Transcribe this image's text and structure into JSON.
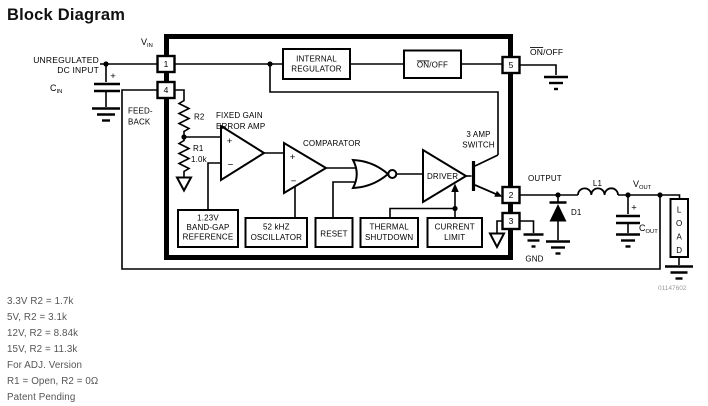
{
  "title": "Block Diagram",
  "doc_number": "01147602",
  "input": {
    "unregulated_line1": "UNREGULATED",
    "unregulated_line2": "DC INPUT",
    "cin_main": "C",
    "cin_sub": "IN",
    "cin_plus": "+",
    "vin_main": "V",
    "vin_sub": "IN"
  },
  "pins": {
    "pin1": "1",
    "pin2": "2",
    "pin3": "3",
    "pin4": "4",
    "pin5": "5"
  },
  "ic": {
    "feedback_line1": "FEED-",
    "feedback_line2": "BACK",
    "r2_label": "R2",
    "r1_label": "R1",
    "r1_value": "1.0k",
    "error_amp_line1": "FIXED GAIN",
    "error_amp_line2": "ERROR AMP",
    "error_amp_plus": "+",
    "error_amp_minus": "−",
    "comparator_label": "COMPARATOR",
    "comparator_plus": "+",
    "comparator_minus": "−",
    "driver_label": "DRIVER",
    "switch_line1": "3 AMP",
    "switch_line2": "SWITCH",
    "internal_regulator_line1": "INTERNAL",
    "internal_regulator_line2": "REGULATOR",
    "onoff_block_on": "ON",
    "onoff_block_rest": "/OFF",
    "reference_line1": "1.23V",
    "reference_line2": "BAND-GAP",
    "reference_line3": "REFERENCE",
    "oscillator_line1": "52 kHZ",
    "oscillator_line2": "OSCILLATOR",
    "reset_label": "RESET",
    "thermal_line1": "THERMAL",
    "thermal_line2": "SHUTDOWN",
    "current_limit_line1": "CURRENT",
    "current_limit_line2": "LIMIT"
  },
  "output": {
    "onoff_ext_on": "ON",
    "onoff_ext_rest": "/OFF",
    "output_label": "OUTPUT",
    "gnd_label": "GND",
    "d1_label": "D1",
    "l1_label": "L1",
    "vout_main": "V",
    "vout_sub": "OUT",
    "cout_main": "C",
    "cout_sub": "OUT",
    "cout_plus": "+",
    "load_letters": [
      "L",
      "O",
      "A",
      "D"
    ]
  },
  "notes": [
    "3.3V R2 = 1.7k",
    "5V, R2 = 3.1k",
    "12V, R2 = 8.84k",
    "15V, R2 = 11.3k",
    "For ADJ. Version",
    "R1 = Open, R2 = 0Ω",
    "Patent Pending"
  ],
  "colors": {
    "line": "#000000",
    "background": "#ffffff",
    "notes_text": "#565656",
    "doc_number_text": "#9b9b9b"
  }
}
